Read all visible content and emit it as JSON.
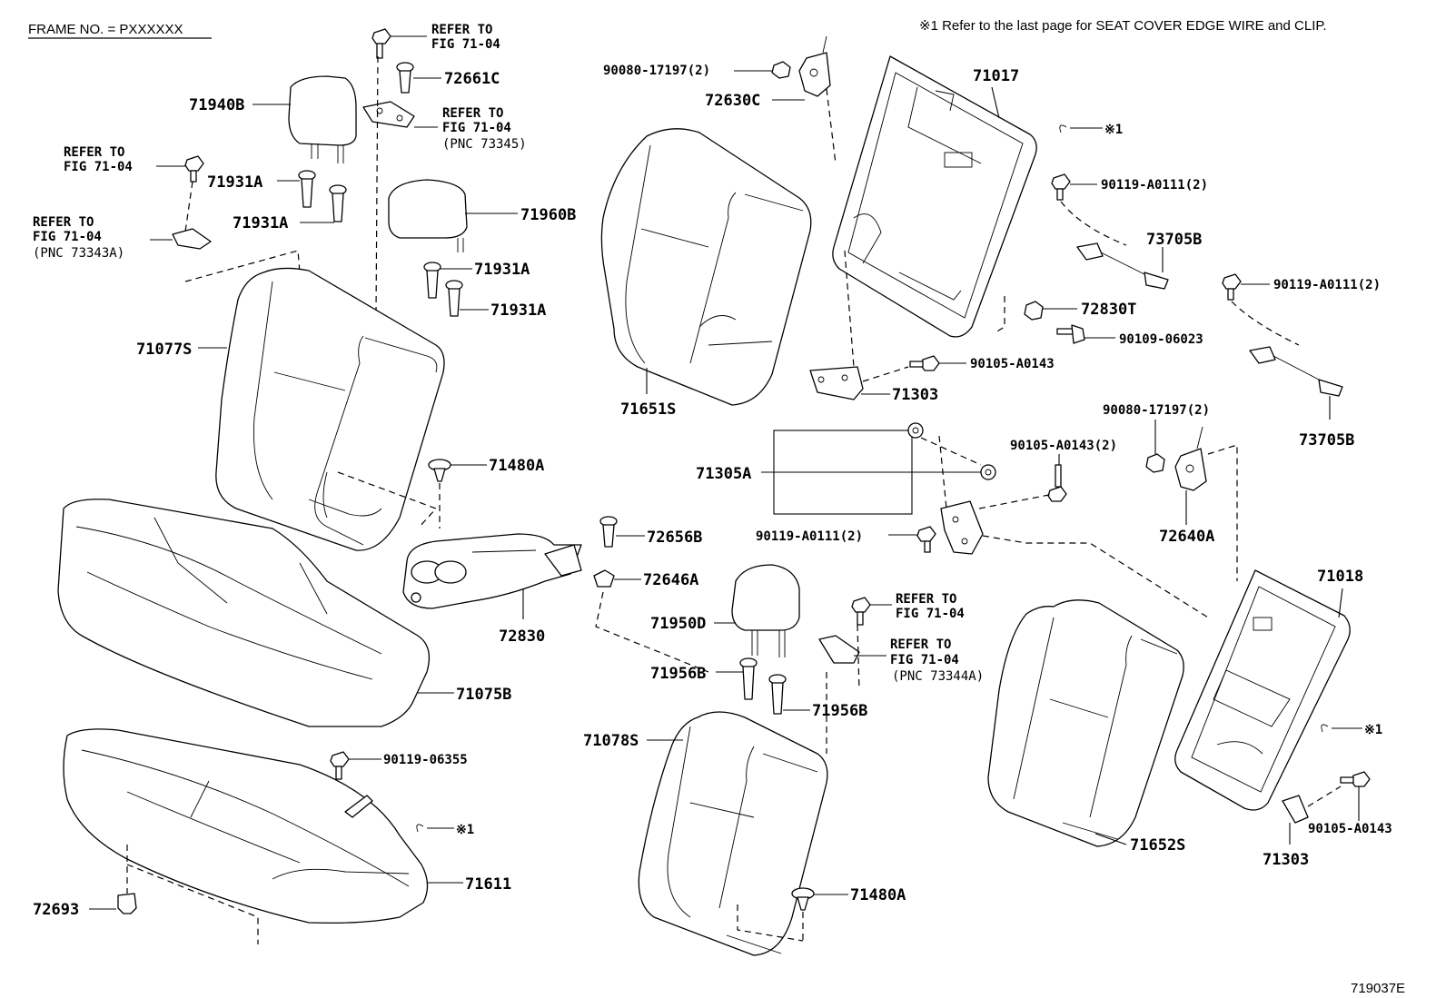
{
  "header": {
    "frame": "FRAME NO. = PXXXXXX",
    "note": "※1 Refer to the last page for SEAT COVER EDGE WIRE and CLIP.",
    "figure_id": "719037E"
  },
  "labels": {
    "p71940B": "71940B",
    "p72661C": "72661C",
    "p71931A_1": "71931A",
    "p71931A_2": "71931A",
    "p71931A_3": "71931A",
    "p71931A_4": "71931A",
    "p71960B": "71960B",
    "p71077S": "71077S",
    "p71480A_1": "71480A",
    "p71480A_2": "71480A",
    "p71075B": "71075B",
    "p72830": "72830",
    "p72656B": "72656B",
    "p72646A": "72646A",
    "p71950D": "71950D",
    "p71956B_1": "71956B",
    "p71956B_2": "71956B",
    "p71078S": "71078S",
    "p90119_06355": "90119-06355",
    "p71611": "71611",
    "p72693": "72693",
    "p90080_17197_1": "90080-17197(2)",
    "p72630C": "72630C",
    "p71017": "71017",
    "p71651S": "71651S",
    "p90119_A0111_1": "90119-A0111(2)",
    "p73705B_1": "73705B",
    "p90119_A0111_2": "90119-A0111(2)",
    "p72830T": "72830T",
    "p90109_06023": "90109-06023",
    "p90105_A0143_1": "90105-A0143",
    "p71303_1": "71303",
    "p73705B_2": "73705B",
    "p90080_17197_2": "90080-17197(2)",
    "p90105_A0143_2": "90105-A0143(2)",
    "p71305A": "71305A",
    "p90119_A0111_3": "90119-A0111(2)",
    "p72640A": "72640A",
    "p71018": "71018",
    "p71652S": "71652S",
    "p71303_2": "71303",
    "p90105_A0143_3": "90105-A0143",
    "note1_a": "※1",
    "note1_b": "※1",
    "note1_c": "※1"
  },
  "refs": {
    "r1_a": "REFER TO",
    "r1_b": "FIG 71-04",
    "r2_a": "REFER TO",
    "r2_b": "FIG 71-04",
    "r2_c": "(PNC 73345)",
    "r3_a": "REFER TO",
    "r3_b": "FIG 71-04",
    "r4_a": "REFER TO",
    "r4_b": "FIG 71-04",
    "r4_c": "(PNC 73343A)",
    "r5_a": "REFER TO",
    "r5_b": "FIG 71-04",
    "r6_a": "REFER TO",
    "r6_b": "FIG 71-04",
    "r6_c": "(PNC 73344A)"
  }
}
